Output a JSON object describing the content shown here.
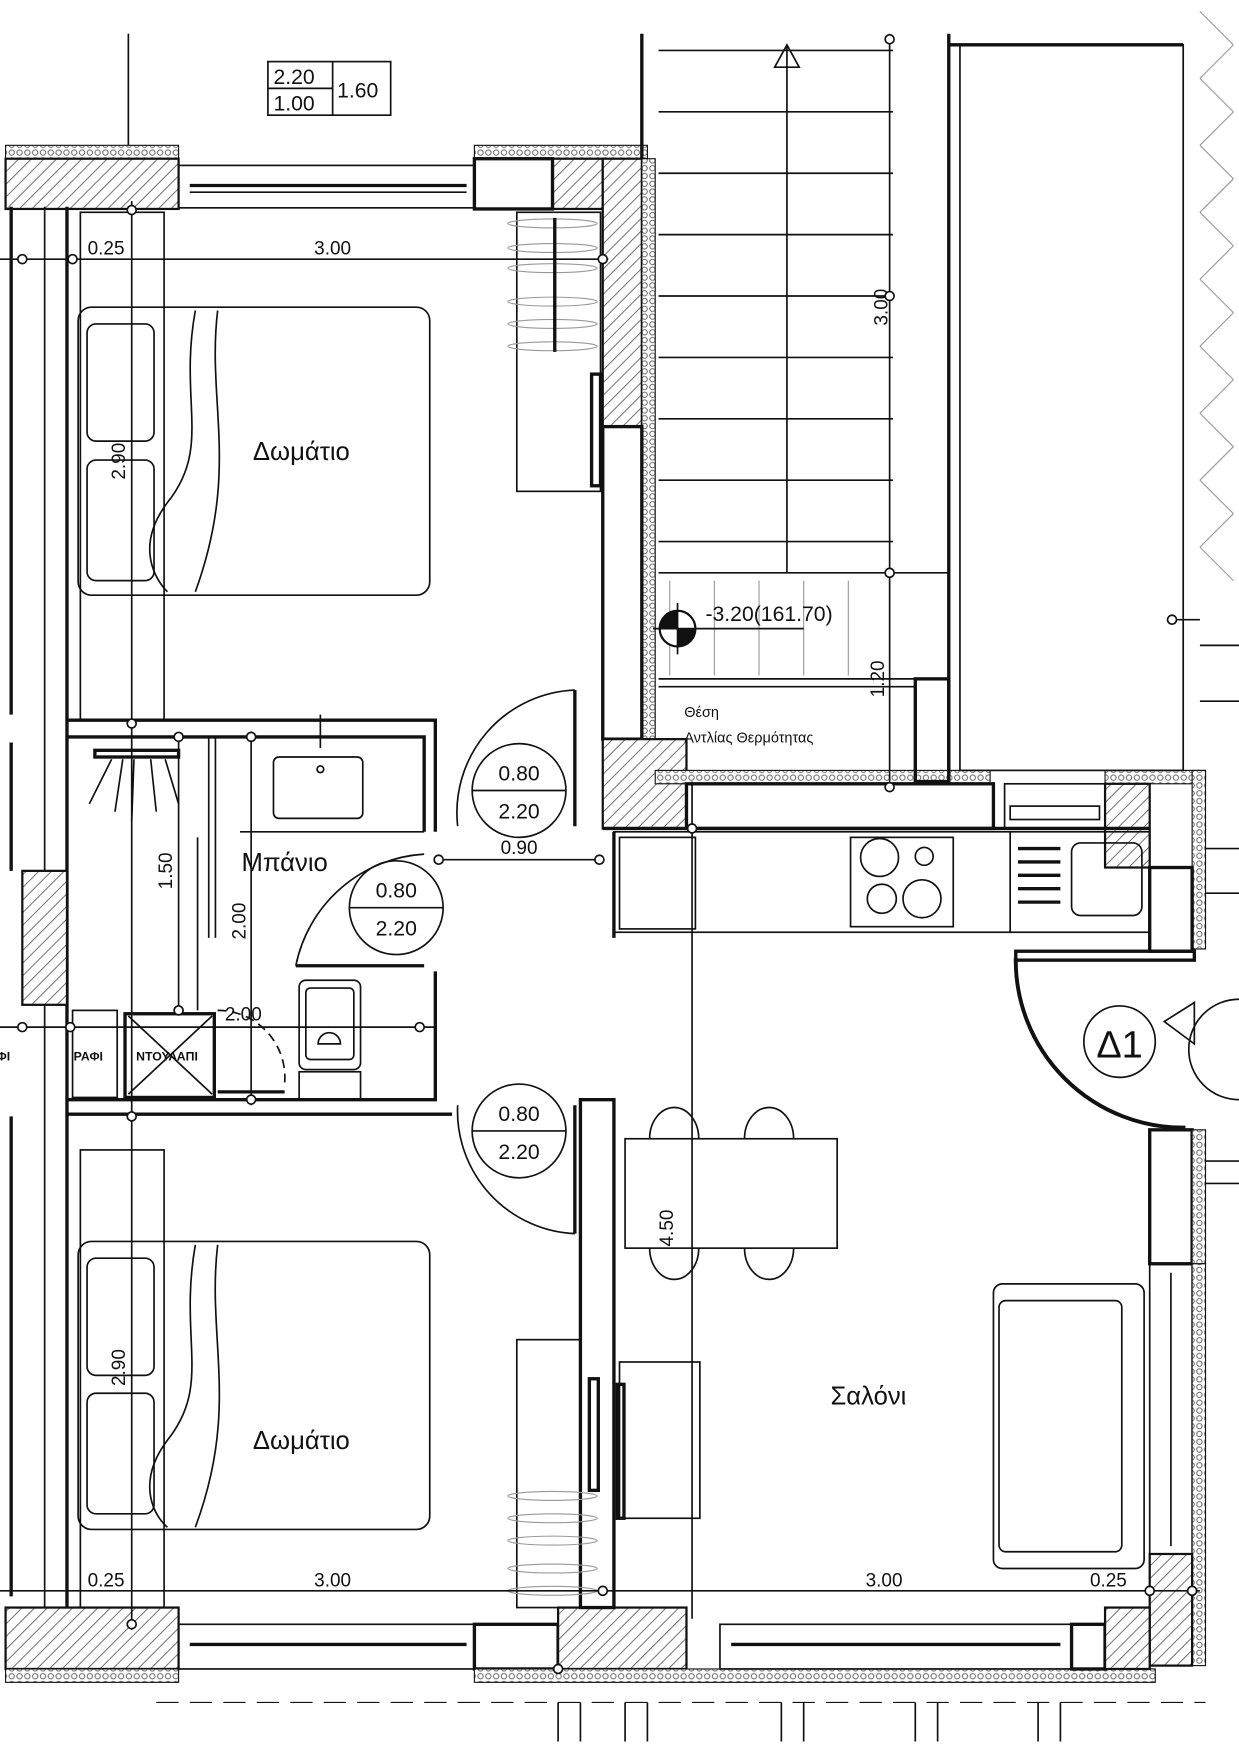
{
  "window_tag": {
    "height": "2.20",
    "sill": "1.00",
    "width": "1.60"
  },
  "rooms": {
    "bedroom_top": "Δωμάτιο",
    "bedroom_bottom": "Δωμάτιο",
    "bathroom": "Μπάνιο",
    "living": "Σαλόνι"
  },
  "dimensions": {
    "top_left_wall": "0.25",
    "top_bedroom_width": "3.00",
    "stair_length": "3.00",
    "bedroom_top_depth": "2.90",
    "bedroom_bottom_depth": "2.90",
    "shower_length": "1.50",
    "bath_depth": "2.00",
    "bath_width": "2.00",
    "corridor_width": "0.90",
    "landing_depth": "1.20",
    "living_depth": "4.50",
    "bottom_left_wall": "0.25",
    "bottom_bedroom_width": "3.00",
    "bottom_living_width": "3.00",
    "bottom_right_wall": "0.25"
  },
  "doors": [
    {
      "width": "0.80",
      "height": "2.20"
    },
    {
      "width": "0.80",
      "height": "2.20"
    },
    {
      "width": "0.80",
      "height": "2.20"
    }
  ],
  "entrance_door_tag": "Δ1",
  "level_marker": "-3.20(161.70)",
  "heat_pump_label": {
    "line1": "Θέση",
    "line2": "Αντλίας Θερμότητας"
  },
  "storage": {
    "shelf": "ΡΑΦΙ",
    "wardrobe": "ΝΤΟΥΛΑΠΙ",
    "edge_partial": "ΦΙ"
  }
}
